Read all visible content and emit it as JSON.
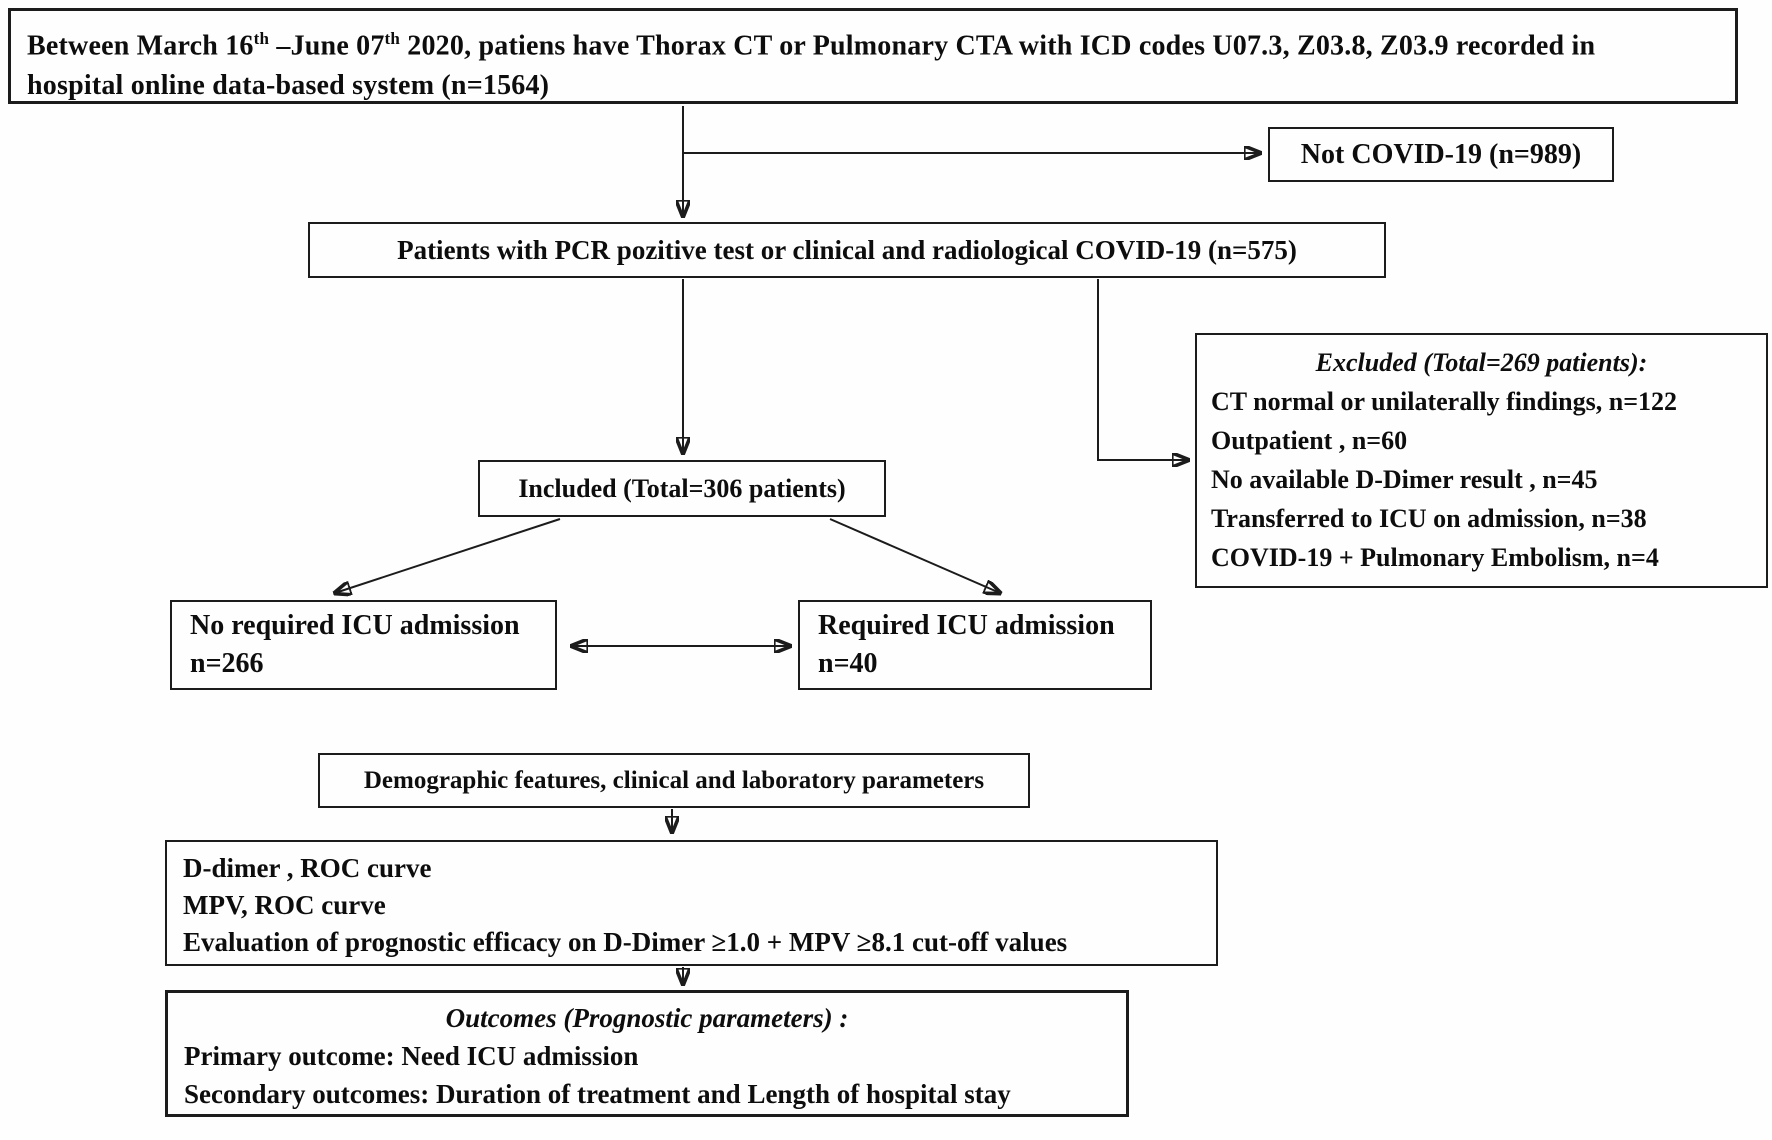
{
  "flowchart": {
    "source_box": {
      "l1a": "Between March 16",
      "l1sup1": "th",
      "l1b": " –June 07",
      "l1sup2": "th",
      "l1c": " 2020, patiens have Thorax CT or Pulmonary CTA with ICD codes  U07.3, Z03.8, Z03.9  recorded in",
      "line2": "hospital online data-based system (n=1564)"
    },
    "not_covid_box": "Not COVID-19 (n=989)",
    "pcr_box": "Patients with PCR pozitive test or clinical and radiological COVID-19  (n=575)",
    "excluded_box": {
      "title": "Excluded  (Total=269 patients):",
      "items": [
        "CT normal or unilaterally findings, n=122",
        "Outpatient , n=60",
        "No available D-Dimer result , n=45",
        "Transferred to ICU on admission, n=38",
        "COVID-19 + Pulmonary Embolism, n=4"
      ]
    },
    "included_box": "Included (Total=306 patients)",
    "no_icu_box": {
      "line1": "No required ICU admission",
      "line2": "n=266"
    },
    "icu_box": {
      "line1": "Required ICU admission",
      "line2": "n=40"
    },
    "demographics_box": "Demographic features, clinical and laboratory parameters",
    "analysis_box": {
      "lines": [
        "D-dimer , ROC curve",
        "MPV, ROC curve",
        "Evaluation of prognostic efficacy on D-Dimer ≥1.0 + MPV ≥8.1 cut-off values"
      ]
    },
    "outcomes_box": {
      "title": "Outcomes (Prognostic parameters) :",
      "lines": [
        "Primary outcome:  Need ICU admission",
        "Secondary outcomes: Duration of treatment and  Length of hospital stay"
      ]
    },
    "colors": {
      "ink": "#1c1c1c",
      "background": "#fefefe"
    }
  }
}
